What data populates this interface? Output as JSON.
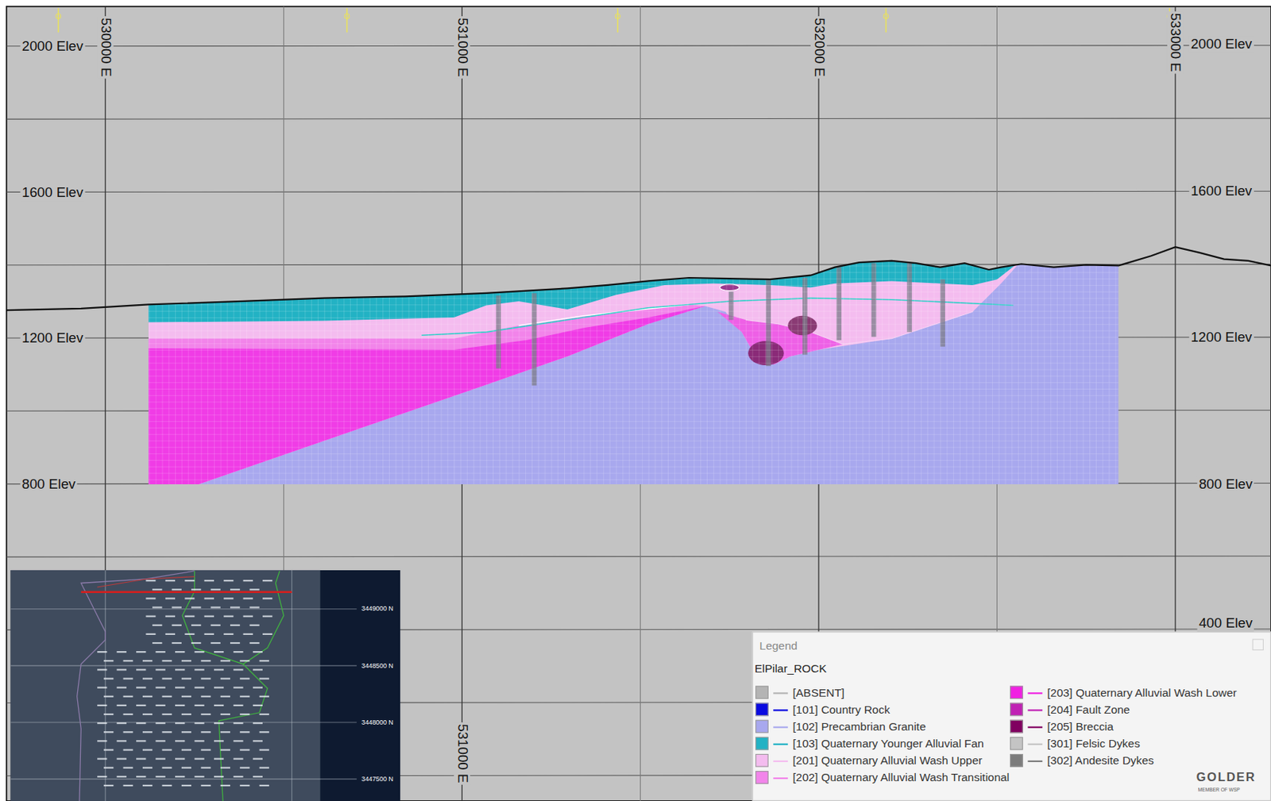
{
  "diagram": {
    "labels": [
      "2000 Elev",
      "1600 Elev",
      "1200 Elev",
      "800 Elev",
      "2000 Elev",
      "1600 Elev",
      "1200 Elev",
      "800 Elev",
      "400 Elev",
      "530000 E",
      "531000 E",
      "532000 E",
      "533000 E",
      "531000 E",
      "3449000 N",
      "3448500 N",
      "3448000 N",
      "3447500 N",
      "Legend",
      "ElPilar_ROCK",
      "GOLDER",
      "MEMBER OF WSP"
    ],
    "legend": [
      {
        "text": "[ABSENT]",
        "color": "#b4b4b4"
      },
      {
        "text": "[101] Country Rock",
        "color": "#0a0ae0"
      },
      {
        "text": "[102] Precambrian Granite",
        "color": "#a8a8ee"
      },
      {
        "text": "[103] Quaternary Younger Alluvial Fan",
        "color": "#22b2c4"
      },
      {
        "text": "[201] Quaternary Alluvial Wash Upper",
        "color": "#f4bcef"
      },
      {
        "text": "[202] Quaternary Alluvial Wash Transitional",
        "color": "#f284ea"
      },
      {
        "text": "[203] Quaternary Alluvial Wash Lower",
        "color": "#f020e2"
      },
      {
        "text": "[204] Fault Zone",
        "color": "#c020b4"
      },
      {
        "text": "[205] Breccia",
        "color": "#800060"
      },
      {
        "text": "[301] Felsic Dykes",
        "color": "#c4c4c4"
      },
      {
        "text": "[302] Andesite Dykes",
        "color": "#7c7c7c"
      }
    ]
  }
}
